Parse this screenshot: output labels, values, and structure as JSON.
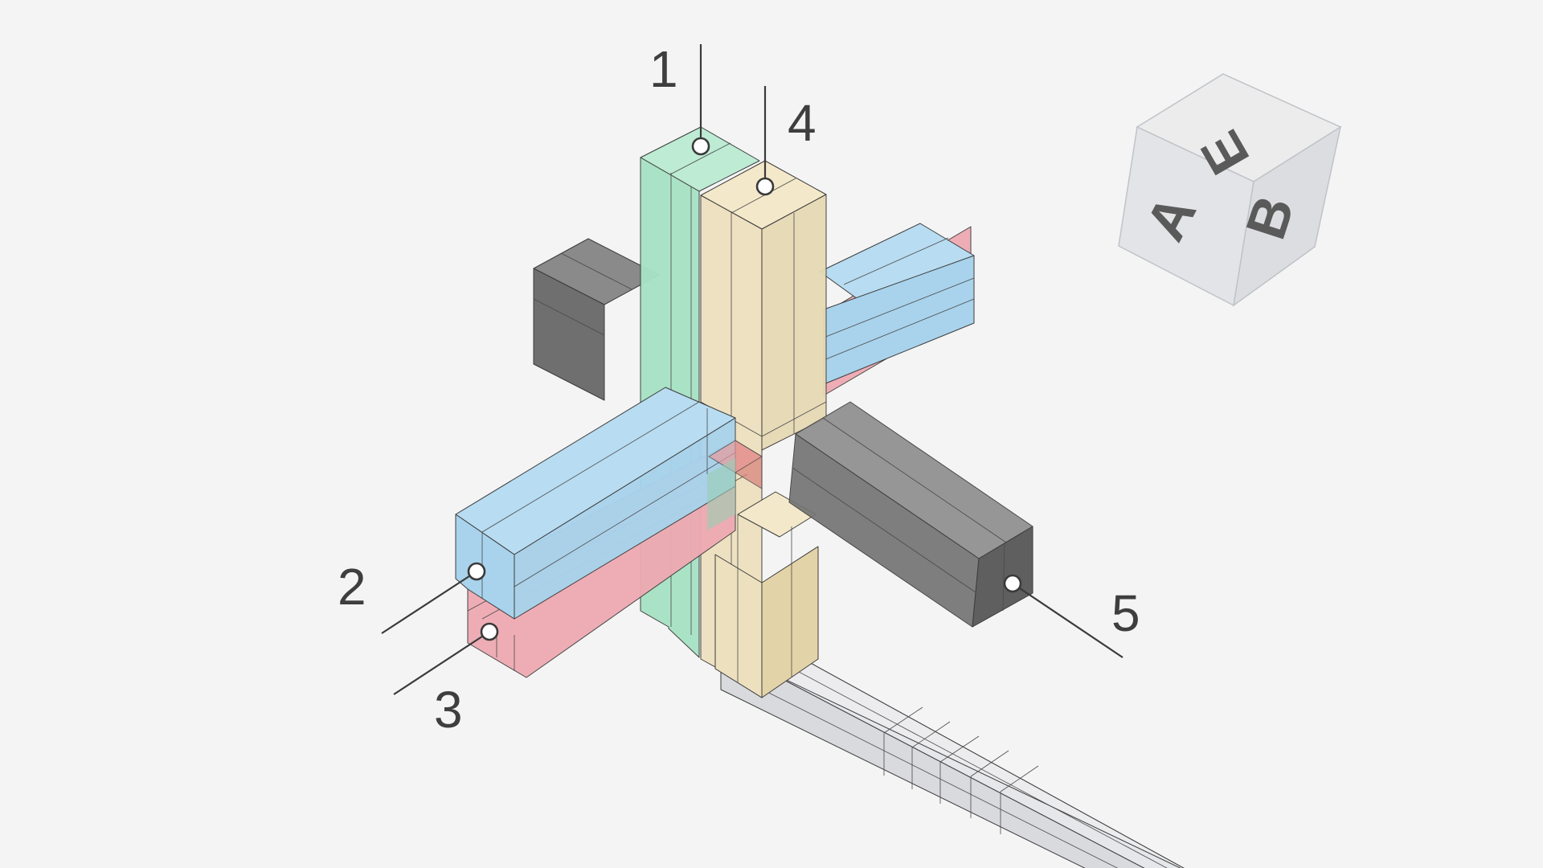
{
  "diagram": {
    "colors": {
      "background": "#f4f4f4",
      "green": "#a8e2c4",
      "cream": "#ede0bf",
      "blue": "#a9d3ec",
      "red": "#eeaab2",
      "dark_gray": "#767676",
      "light_gray": "#e3e4e7"
    },
    "callouts": [
      {
        "id": "1",
        "label": "1"
      },
      {
        "id": "2",
        "label": "2"
      },
      {
        "id": "3",
        "label": "3"
      },
      {
        "id": "4",
        "label": "4"
      },
      {
        "id": "5",
        "label": "5"
      }
    ]
  },
  "view_cube": {
    "faces": {
      "top": "E",
      "front": "A",
      "right": "B"
    },
    "icon": "view-cube-icon"
  }
}
